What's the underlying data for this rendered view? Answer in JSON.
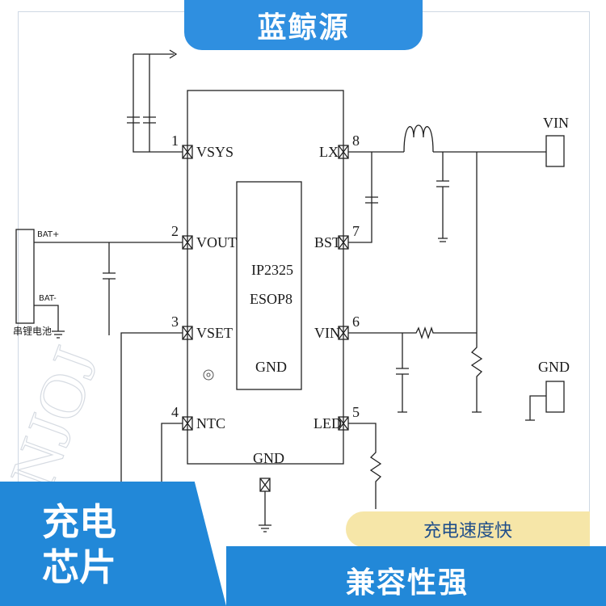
{
  "header": {
    "brand": "蓝鲸源"
  },
  "chip": {
    "part": "IP2325",
    "package": "ESOP8",
    "gnd_inner": "GND",
    "gnd_bottom": "GND"
  },
  "pins": [
    {
      "num": "1",
      "name": "VSYS"
    },
    {
      "num": "2",
      "name": "VOUT"
    },
    {
      "num": "3",
      "name": "VSET"
    },
    {
      "num": "4",
      "name": "NTC"
    },
    {
      "num": "8",
      "name": "LX"
    },
    {
      "num": "7",
      "name": "BST"
    },
    {
      "num": "6",
      "name": "VIN"
    },
    {
      "num": "5",
      "name": "LED"
    }
  ],
  "connectors": {
    "vin": "VIN",
    "gnd": "GND",
    "bat_plus": "BAT+",
    "bat_minus": "BAT-",
    "battery": "串锂电池"
  },
  "promo": {
    "left_line1": "充电",
    "left_line2": "芯片",
    "pill": "充电速度快",
    "bottom": "兼容性强"
  },
  "colors": {
    "blue": "#2288d8",
    "top_blue": "#2f8fe0",
    "pill_bg": "#f6e6a8",
    "pill_text": "#1f4e8a"
  }
}
